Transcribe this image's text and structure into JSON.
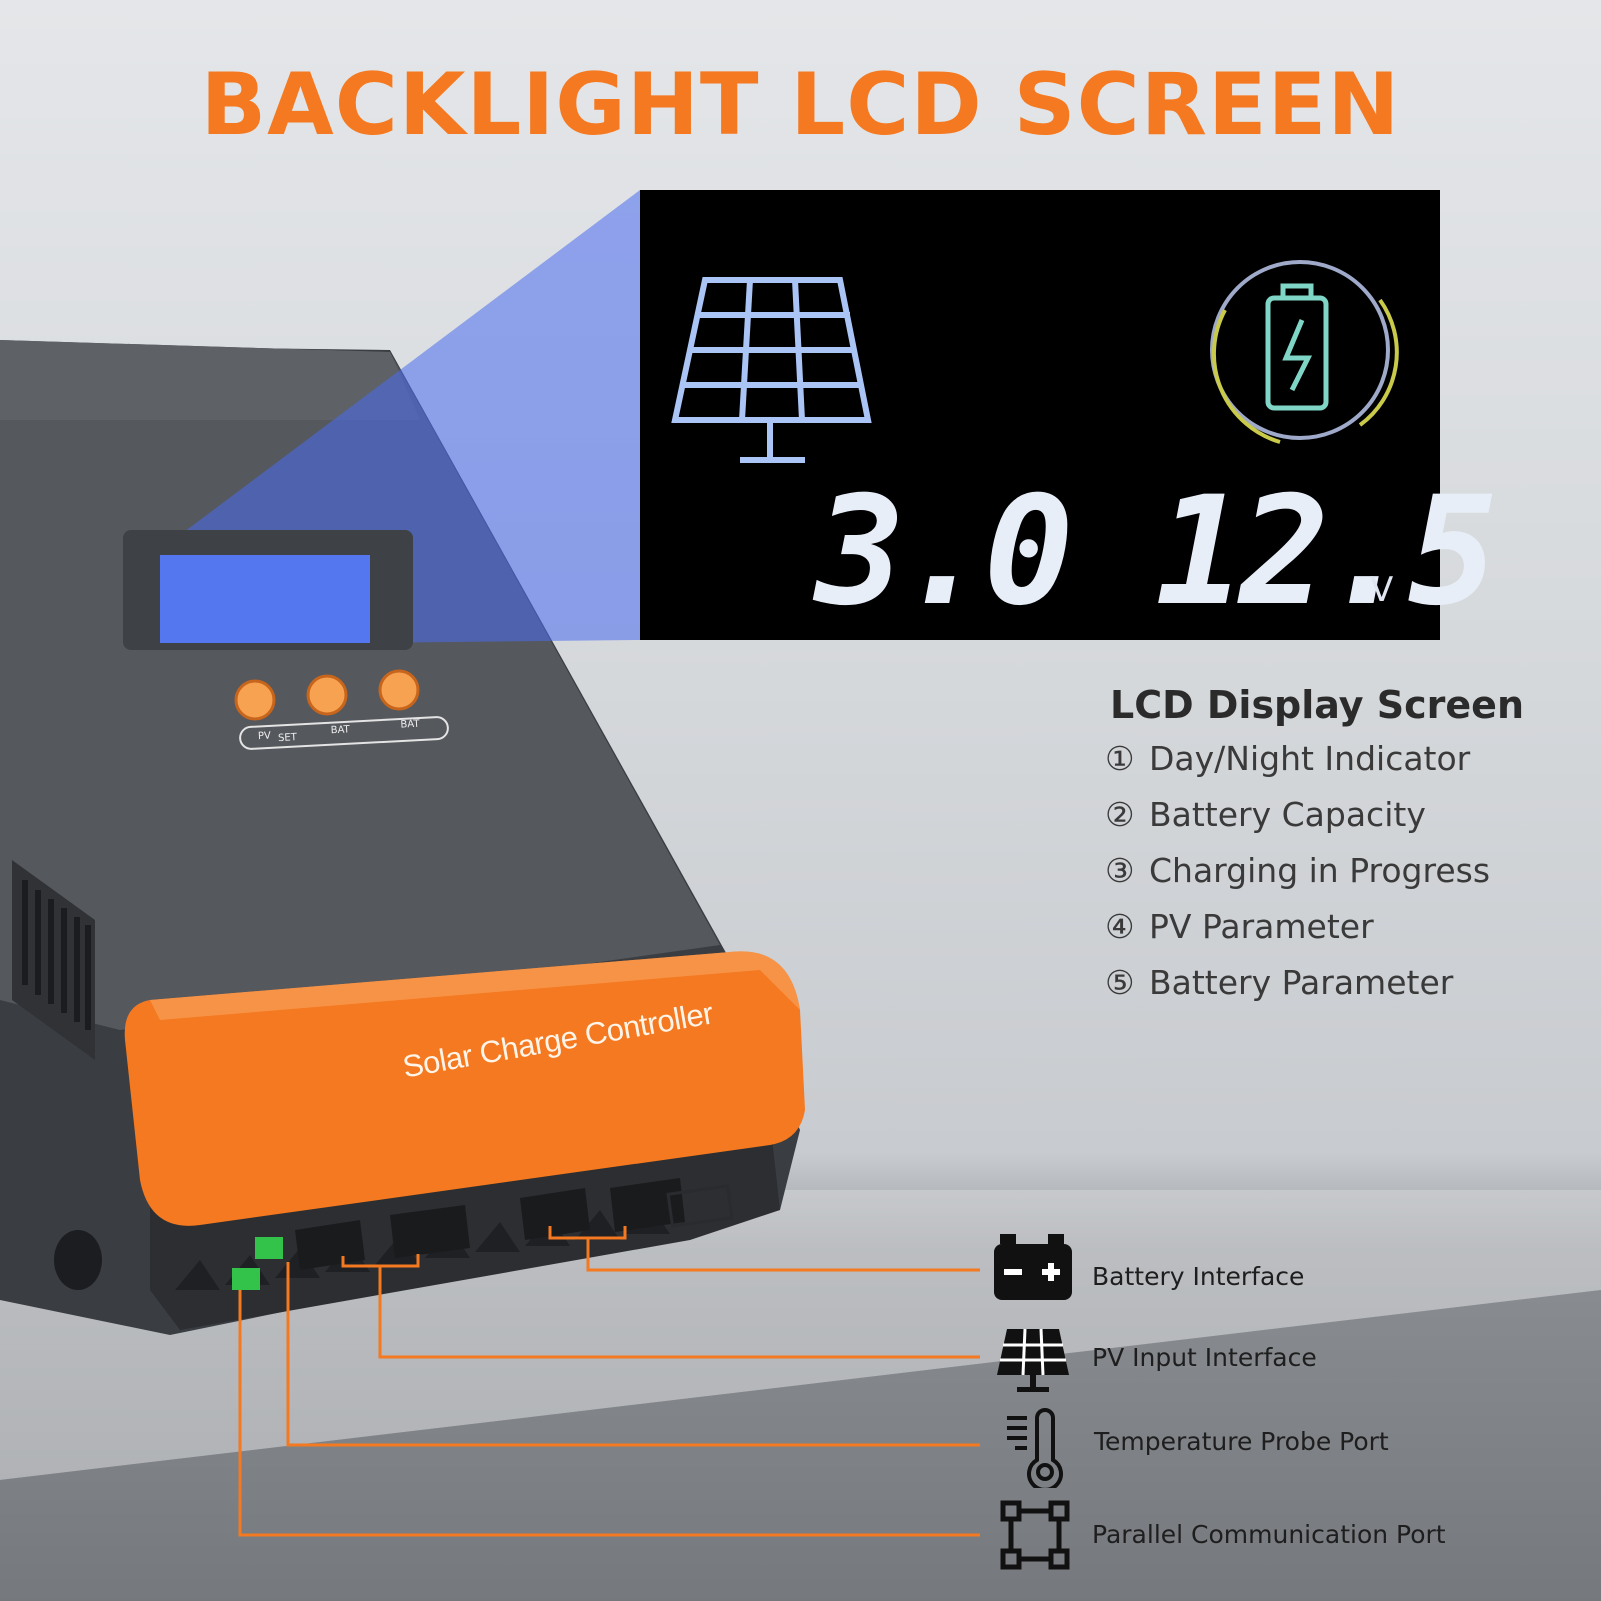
{
  "headline": "BACKLIGHT LCD SCREEN",
  "lcd_zoom": {
    "pv_value": "3.0",
    "battery_value": "12.5",
    "battery_unit": "V"
  },
  "device": {
    "label": "Solar Charge Controller",
    "buttons": [
      "PV",
      "SET",
      "BAT",
      "BAT"
    ]
  },
  "features": {
    "title": "LCD Display Screen",
    "items": [
      {
        "num": "①",
        "text": "Day/Night Indicator"
      },
      {
        "num": "②",
        "text": "Battery Capacity"
      },
      {
        "num": "③",
        "text": "Charging in Progress"
      },
      {
        "num": "④",
        "text": "PV Parameter"
      },
      {
        "num": "⑤",
        "text": "Battery Parameter"
      }
    ]
  },
  "ports": [
    {
      "icon": "battery-icon",
      "label": "Battery Interface"
    },
    {
      "icon": "solar-panel-icon",
      "label": "PV Input Interface"
    },
    {
      "icon": "thermometer-icon",
      "label": "Temperature Probe Port"
    },
    {
      "icon": "parallel-link-icon",
      "label": "Parallel Communication Port"
    }
  ],
  "colors": {
    "accent": "#f47920",
    "lcd_blue": "#4a6cf0",
    "device_body": "#4a4d52"
  }
}
